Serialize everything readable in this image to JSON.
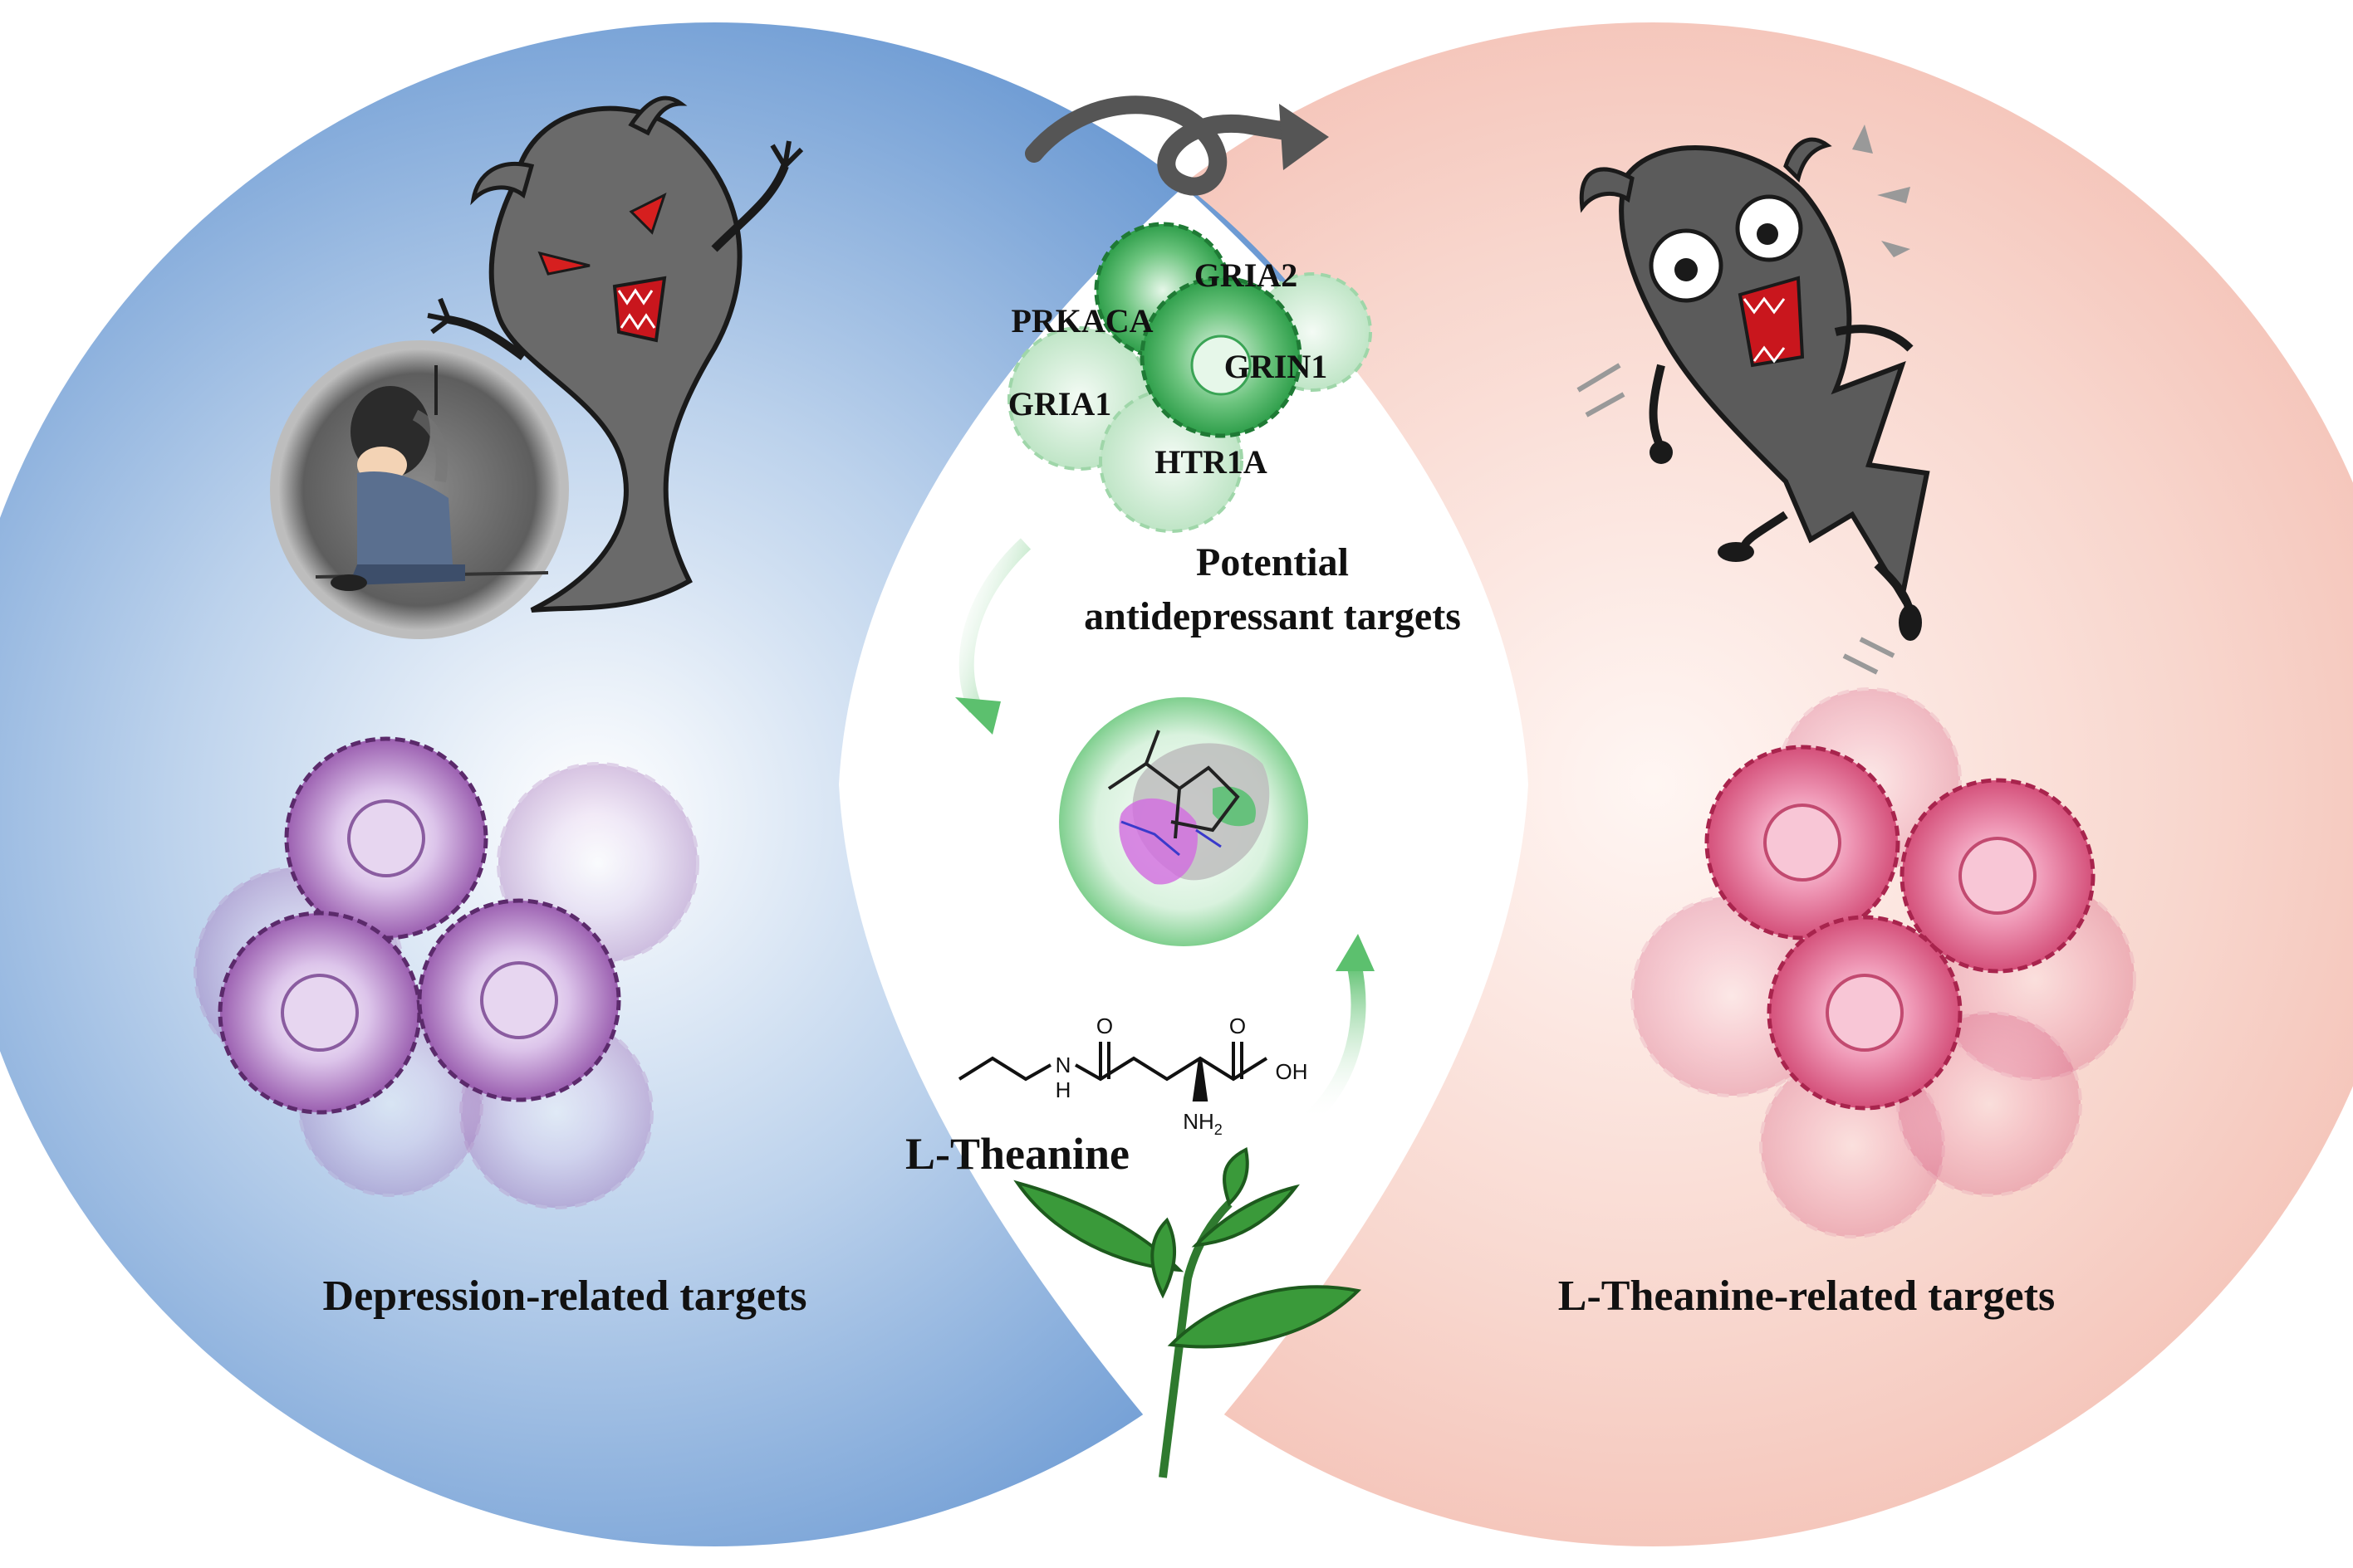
{
  "left_circle": {
    "label": "Depression-related targets",
    "color": "#5f91cf"
  },
  "right_circle": {
    "label": "L-Theanine-related targets",
    "color": "#f4c3b8"
  },
  "intersection": {
    "genes": [
      "GRIA2",
      "PRKACA",
      "GRIN1",
      "GRIA1",
      "HTR1A"
    ],
    "caption_line1": "Potential",
    "caption_line2": "antidepressant targets",
    "compound_name": "L-Theanine",
    "atoms": {
      "o1": "O",
      "o2": "O",
      "n": "N",
      "h": "H",
      "oh": "OH",
      "nh2": "NH",
      "sub2": "2"
    }
  },
  "colors": {
    "gene_cell": "#2e9e4a",
    "left_cells": "#9b5fb0",
    "right_cells": "#d4507a",
    "demon": "#5b5b5b",
    "arrow": "#555555",
    "leaf": "#3a9a3a"
  },
  "icons": [
    "demon-attacking",
    "person-in-bubble",
    "demon-fleeing",
    "curved-arrow",
    "docking-sphere",
    "tea-leaf"
  ]
}
